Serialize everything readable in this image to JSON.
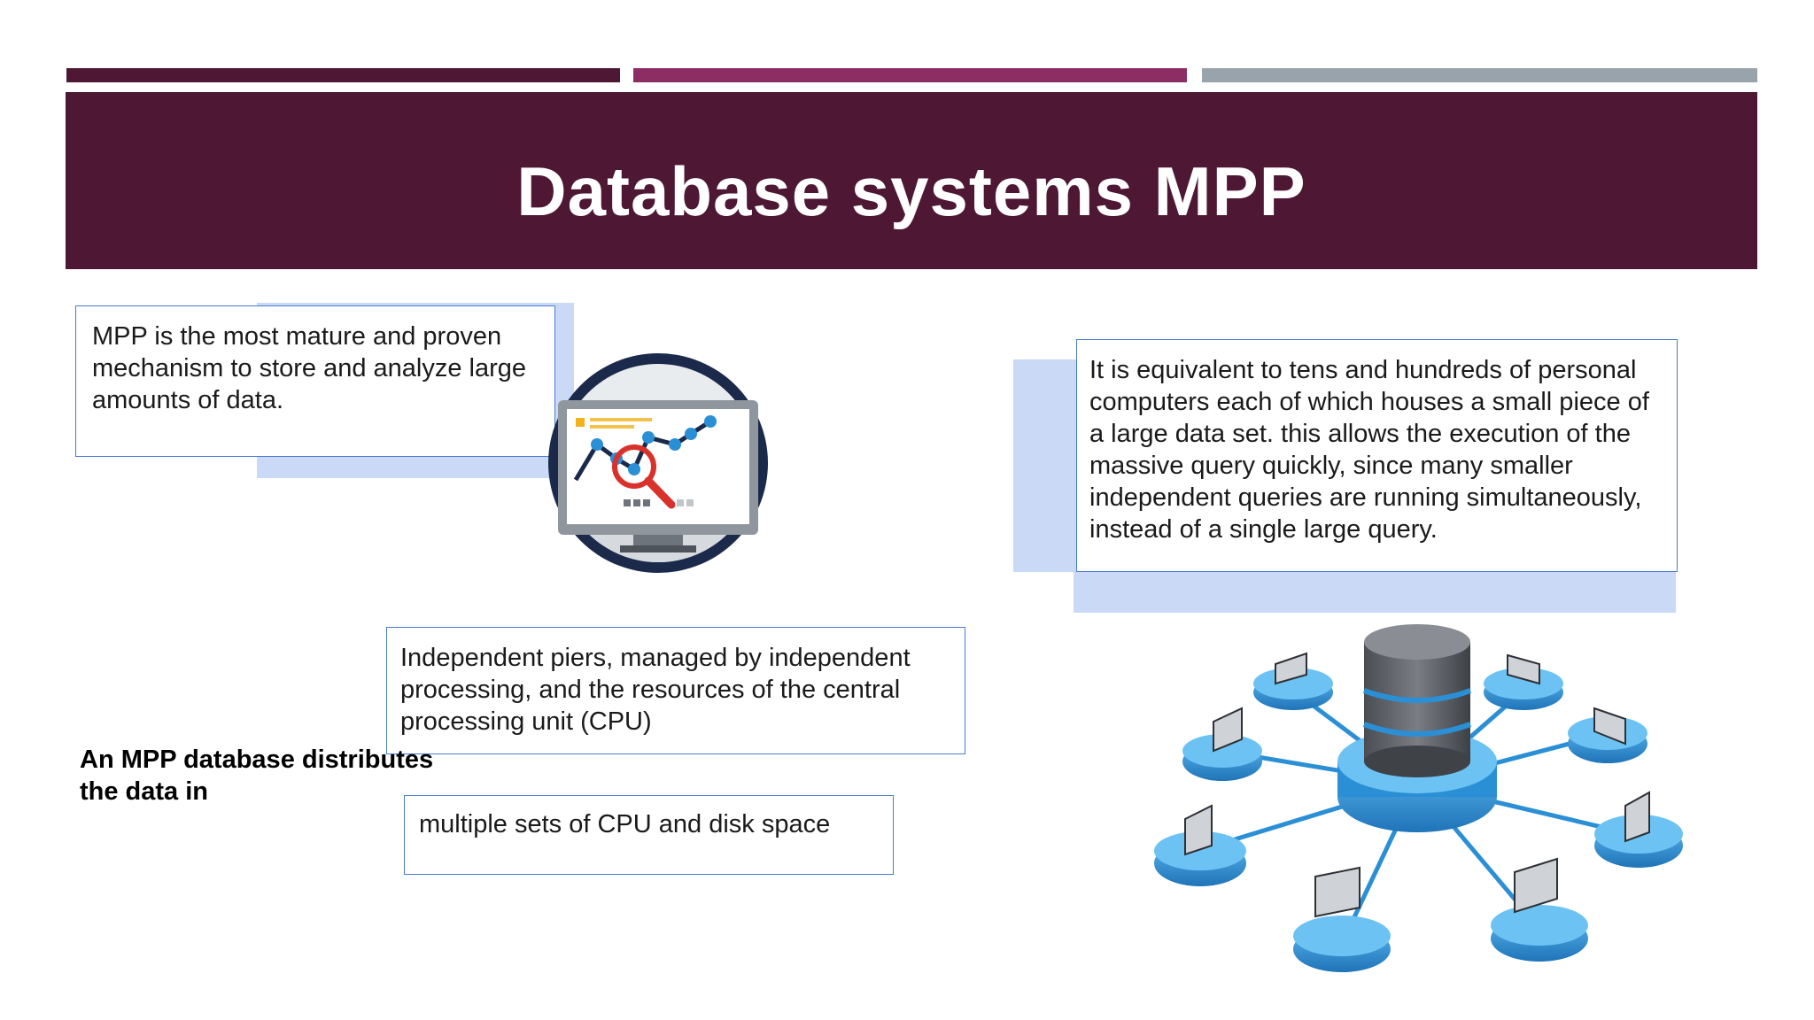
{
  "slide": {
    "title": "Database systems MPP",
    "colors": {
      "bar_1": "#4e1733",
      "bar_2": "#8c2d63",
      "bar_3": "#98a3ab",
      "header_bg": "#4e1733",
      "box_shadow": "#c9d9f6",
      "box_border": "#4a7bd0",
      "icon_ring": "#1b2a4a",
      "network_blue": "#2b8fd6"
    },
    "boxes": {
      "mpp_mature": "MPP is the most mature and proven mechanism to store and analyze large amounts of data.",
      "equivalent": "It is equivalent to tens and hundreds of personal computers each of which houses a small piece of a large data set. this allows the execution of the massive query quickly, since many smaller independent queries are running simultaneously, instead of a single large query.",
      "independent_piers": "Independent piers, managed by independent processing, and the resources of the central processing unit (CPU)",
      "multiple_sets": "multiple sets of CPU and disk space"
    },
    "bold_label": "An MPP database distributes the data in",
    "icons": {
      "analytics": "analytics-monitor-icon",
      "network": "database-network-icon"
    }
  }
}
